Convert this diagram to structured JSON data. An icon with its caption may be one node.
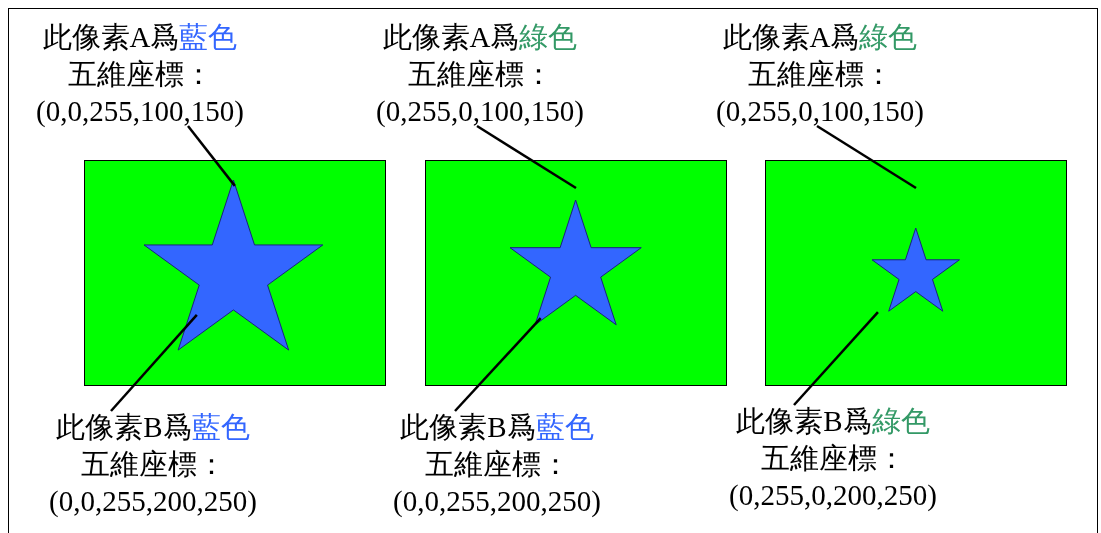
{
  "diagram": {
    "nodes": [
      {
        "text": [
          "此像素A爲",
          "藍色",
          "五維座標：",
          "(0,0,255,100,150)"
        ]
      },
      {
        "text": [
          "此像素A爲",
          "綠色",
          "五維座標：",
          "(0,255,0,100,150)"
        ]
      },
      {
        "text": [
          "此像素A爲",
          "綠色",
          "五維座標：",
          "(0,255,0,100,150)"
        ]
      },
      {
        "text": [],
        "shape": "box"
      },
      {
        "text": [],
        "shape": "star",
        "in": 3
      },
      {
        "text": [],
        "shape": "box"
      },
      {
        "text": [],
        "shape": "star",
        "in": 5
      },
      {
        "text": [],
        "shape": "box"
      },
      {
        "text": [],
        "shape": "star",
        "in": 7
      },
      {
        "text": [
          "此像素B爲",
          "藍色",
          "五維座標：",
          "(0,0,255,200,250)"
        ]
      },
      {
        "text": [
          "此像素B爲",
          "藍色",
          "五維座標：",
          "(0,0,255,200,250)"
        ]
      },
      {
        "text": [
          "此像素B爲",
          "綠色",
          "五維座標：",
          "(0,255,0,200,250)"
        ]
      }
    ],
    "edges": [
      {
        "from": 0,
        "to": 4,
        "arrow": "none"
      },
      {
        "from": 1,
        "to": 5,
        "arrow": "none"
      },
      {
        "from": 2,
        "to": 7,
        "arrow": "none"
      },
      {
        "from": 9,
        "to": 4,
        "arrow": "none"
      },
      {
        "from": 10,
        "to": 6,
        "arrow": "none"
      },
      {
        "from": 11,
        "to": 7,
        "arrow": "none"
      }
    ]
  }
}
